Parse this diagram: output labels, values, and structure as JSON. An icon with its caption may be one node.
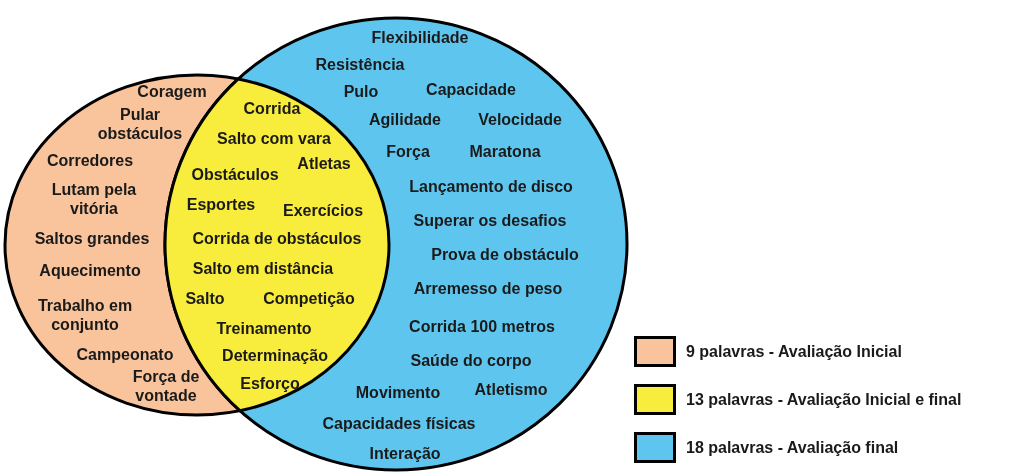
{
  "diagram": {
    "nodes": [
      {
        "text": [
          "Coragem",
          "Pular obstáculos",
          "Corredores",
          "Lutam pela vitória",
          "Saltos grandes",
          "Aquecimento",
          "Trabalho em conjunto",
          "Campeonato",
          "Força de vontade"
        ]
      },
      {
        "text": [
          "Flexibilidade",
          "Resistência",
          "Pulo",
          "Capacidade",
          "Agilidade",
          "Velocidade",
          "Força",
          "Maratona",
          "Lançamento de disco",
          "Superar os desafios",
          "Prova de obstáculo",
          "Arremesso de peso",
          "Corrida 100 metros",
          "Saúde do corpo",
          "Movimento",
          "Atletismo",
          "Capacidades físicas",
          "Interação"
        ]
      },
      {
        "text": [
          "Corrida",
          "Salto com vara",
          "Obstáculos",
          "Atletas",
          "Esportes",
          "Exercícios",
          "Corrida de obstáculos",
          "Salto em distância",
          "Salto",
          "Competição",
          "Treinamento",
          "Determinação",
          "Esforço"
        ]
      }
    ],
    "legend": [
      {
        "text": "9 palavras - Avaliação Inicial",
        "color": "#f9c49b"
      },
      {
        "text": "13 palavras - Avaliação Inicial e final",
        "color": "#f8ec3c"
      },
      {
        "text": "18 palavras - Avaliação final",
        "color": "#5ec6ee"
      }
    ]
  }
}
